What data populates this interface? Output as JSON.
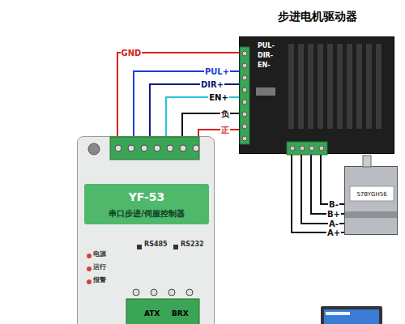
{
  "diagram": {
    "nodes": [
      {
        "text": [
          "步进电机驱动器"
        ]
      },
      {
        "text": [
          "YF-53",
          "串口步进/伺服控制器"
        ]
      },
      {
        "text": [
          "57BYGH56"
        ]
      }
    ],
    "edges": [
      {
        "from": 1,
        "to": 0,
        "arrow": "none",
        "label": "GND"
      },
      {
        "from": 1,
        "to": 0,
        "arrow": "none",
        "label": "PUL+"
      },
      {
        "from": 1,
        "to": 0,
        "arrow": "none",
        "label": "DIR+"
      },
      {
        "from": 1,
        "to": 0,
        "arrow": "none",
        "label": "EN+"
      },
      {
        "from": 1,
        "to": 0,
        "arrow": "none",
        "label": "负"
      },
      {
        "from": 1,
        "to": 0,
        "arrow": "none",
        "label": "正"
      },
      {
        "from": 0,
        "to": 2,
        "arrow": "none",
        "label": "B-"
      },
      {
        "from": 0,
        "to": 2,
        "arrow": "none",
        "label": "B+"
      },
      {
        "from": 0,
        "to": 2,
        "arrow": "none",
        "label": "A-"
      },
      {
        "from": 0,
        "to": 2,
        "arrow": "none",
        "label": "A+"
      }
    ],
    "labels": [
      "PUL-",
      "DIR-",
      "EN-",
      "RS485",
      "RS232",
      "电源",
      "运行",
      "报警",
      "ATX",
      "BRX"
    ]
  }
}
